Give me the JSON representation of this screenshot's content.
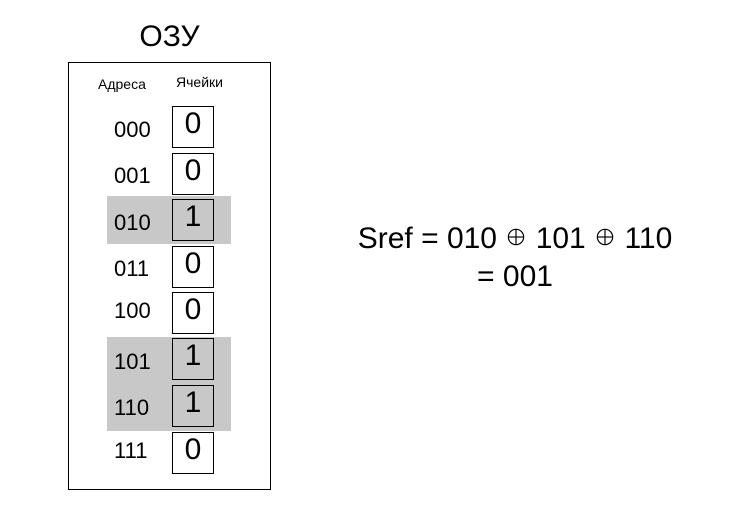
{
  "title": "ОЗУ",
  "headers": {
    "addresses": "Адреса",
    "cells": "Ячейки"
  },
  "memory": [
    {
      "address": "000",
      "value": "0",
      "highlighted": false
    },
    {
      "address": "001",
      "value": "0",
      "highlighted": false
    },
    {
      "address": "010",
      "value": "1",
      "highlighted": true
    },
    {
      "address": "011",
      "value": "0",
      "highlighted": false
    },
    {
      "address": "100",
      "value": "0",
      "highlighted": false
    },
    {
      "address": "101",
      "value": "1",
      "highlighted": true
    },
    {
      "address": "110",
      "value": "1",
      "highlighted": true
    },
    {
      "address": "111",
      "value": "0",
      "highlighted": false
    }
  ],
  "formula": {
    "prefix": "Sref = ",
    "terms": [
      "010",
      "101",
      "110"
    ],
    "operator_icon": "xor-circle-plus-icon",
    "result": "= 001"
  },
  "colors": {
    "highlight": "#c8c8c8"
  }
}
